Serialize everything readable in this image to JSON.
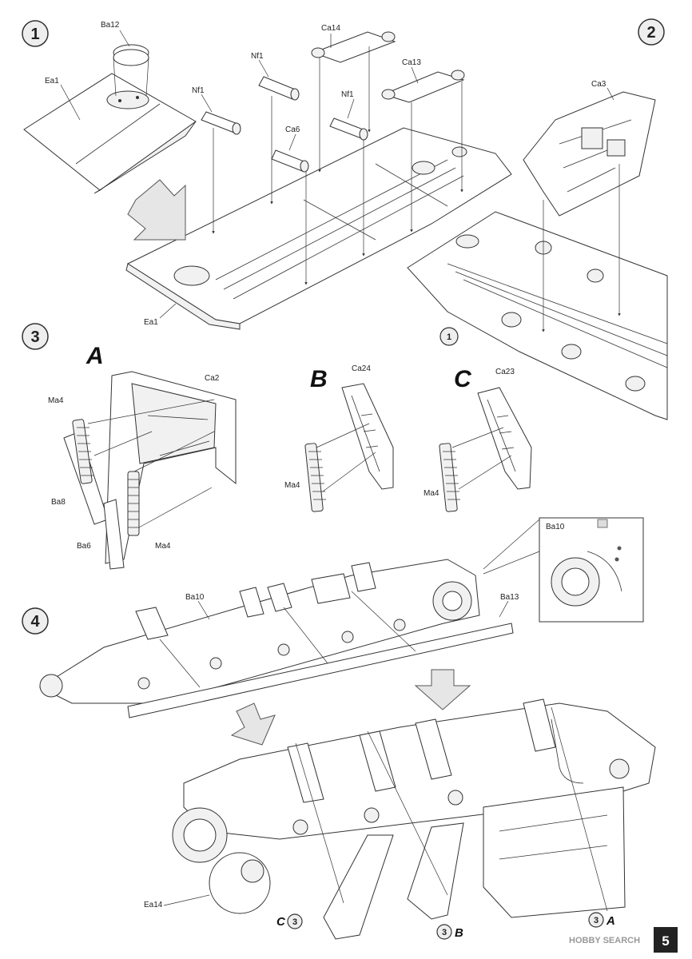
{
  "page_number": "5",
  "watermark": "HOBBY SEARCH",
  "steps": [
    {
      "number": "1",
      "parts": [
        "Ba12",
        "Ea1",
        "Nf1",
        "Nf1",
        "Ca6",
        "Ca14",
        "Nf1",
        "Ca13",
        "Ea1"
      ]
    },
    {
      "number": "2",
      "parts": [
        "Ca3"
      ],
      "subassembly_ref": "1"
    },
    {
      "number": "3",
      "sub_assemblies": [
        {
          "letter": "A",
          "parts": [
            "Ma4",
            "Ca2",
            "Ba8",
            "Ba6",
            "Ma4"
          ]
        },
        {
          "letter": "B",
          "parts": [
            "Ca24",
            "Ma4"
          ]
        },
        {
          "letter": "C",
          "parts": [
            "Ca23",
            "Ma4"
          ]
        }
      ]
    },
    {
      "number": "4",
      "parts": [
        "Ba10",
        "Ba13",
        "Ea14"
      ],
      "detail_label": "Ba10",
      "refs": [
        {
          "num": "3",
          "letter": "C"
        },
        {
          "num": "3",
          "letter": "B"
        },
        {
          "num": "3",
          "letter": "A"
        }
      ]
    }
  ]
}
